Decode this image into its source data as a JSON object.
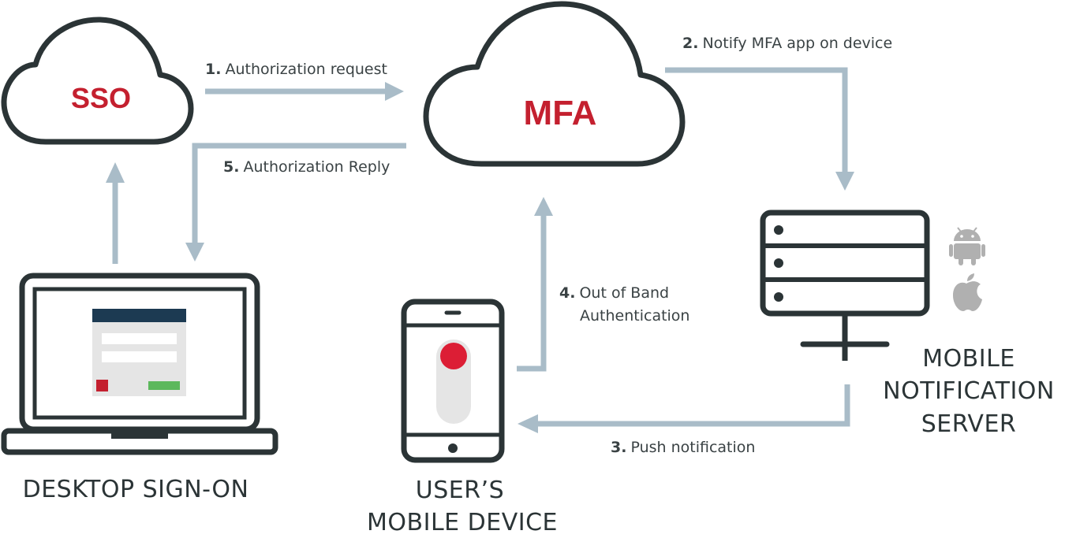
{
  "clouds": {
    "sso": "SSO",
    "mfa": "MFA"
  },
  "steps": [
    {
      "number": "1.",
      "text": "Authorization request"
    },
    {
      "number": "2.",
      "text": "Notify MFA app on device"
    },
    {
      "number": "3.",
      "text": "Push notification"
    },
    {
      "number": "4.",
      "text": "Out of Band",
      "text2": "Authentication"
    },
    {
      "number": "5.",
      "text": "Authorization Reply"
    }
  ],
  "nodes": {
    "desktop": "DESKTOP SIGN-ON",
    "mobile_line1": "USER’S",
    "mobile_line2": "MOBILE DEVICE",
    "server_line1": "MOBILE",
    "server_line2": "NOTIFICATION",
    "server_line3": "SERVER"
  },
  "platform_icons": [
    "android-icon",
    "apple-icon"
  ],
  "colors": {
    "accent_red": "#c4202f",
    "outline": "#2b3436",
    "arrow": "#a9bcc8",
    "form_header": "#1c3a52",
    "form_body": "#e5e5e5",
    "form_submit": "#5cb85c",
    "platform_icon": "#b0b0b0"
  }
}
